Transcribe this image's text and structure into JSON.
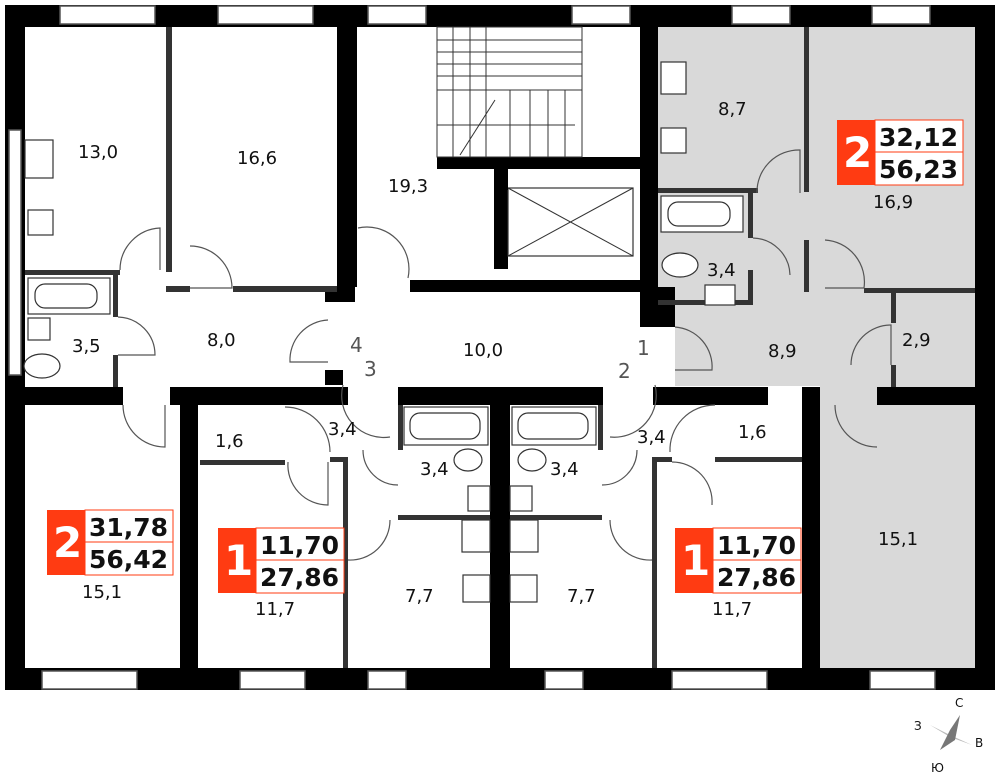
{
  "colors": {
    "accent": "#ff3b12",
    "highlight_apartment": "#d9d9d9",
    "walls": "#000000"
  },
  "rooms": [
    {
      "id": "r1",
      "label": "13,0"
    },
    {
      "id": "r2",
      "label": "16,6"
    },
    {
      "id": "r3",
      "label": "19,3"
    },
    {
      "id": "r4",
      "label": "8,7"
    },
    {
      "id": "r5",
      "label": "16,9"
    },
    {
      "id": "r6",
      "label": "3,4"
    },
    {
      "id": "r7",
      "label": "3,5"
    },
    {
      "id": "r8",
      "label": "8,0"
    },
    {
      "id": "r9",
      "label": "10,0"
    },
    {
      "id": "r10",
      "label": "8,9"
    },
    {
      "id": "r11",
      "label": "2,9"
    },
    {
      "id": "r12",
      "label": "1,6"
    },
    {
      "id": "r13",
      "label": "3,4"
    },
    {
      "id": "r14",
      "label": "3,4"
    },
    {
      "id": "r15",
      "label": "3,4"
    },
    {
      "id": "r16",
      "label": "3,4"
    },
    {
      "id": "r17",
      "label": "1,6"
    },
    {
      "id": "r18",
      "label": "15,1"
    },
    {
      "id": "r19",
      "label": "11,7"
    },
    {
      "id": "r20",
      "label": "7,7"
    },
    {
      "id": "r21",
      "label": "7,7"
    },
    {
      "id": "r22",
      "label": "11,7"
    },
    {
      "id": "r23",
      "label": "15,1"
    }
  ],
  "door_numbers": [
    "4",
    "3",
    "1",
    "2"
  ],
  "apartments": [
    {
      "id": "a1",
      "rooms": "2",
      "living_area": "32,12",
      "total_area": "56,23"
    },
    {
      "id": "a2",
      "rooms": "2",
      "living_area": "31,78",
      "total_area": "56,42"
    },
    {
      "id": "a3",
      "rooms": "1",
      "living_area": "11,70",
      "total_area": "27,86"
    },
    {
      "id": "a4",
      "rooms": "1",
      "living_area": "11,70",
      "total_area": "27,86"
    }
  ],
  "compass": {
    "north": "С",
    "east": "В",
    "south": "Ю",
    "west": "З"
  }
}
